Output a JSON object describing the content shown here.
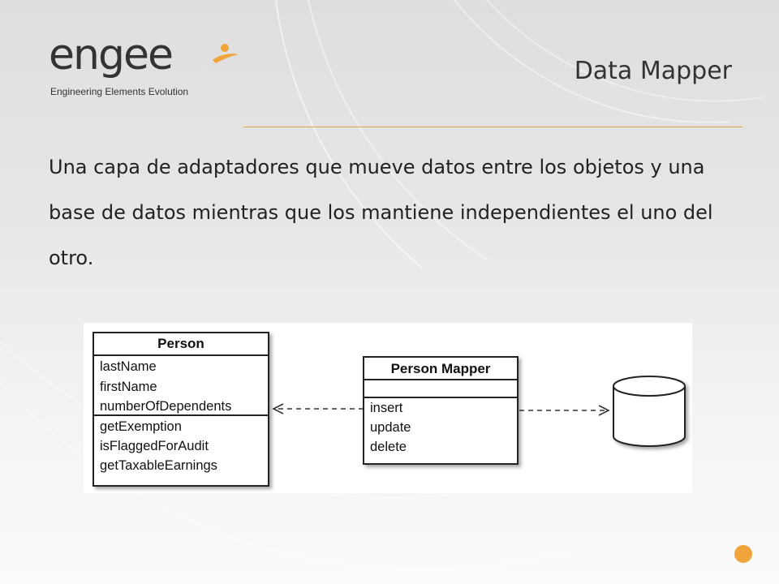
{
  "logo": {
    "word": "engee",
    "tagline": "Engineering Elements Evolution",
    "accent": "#f0a43a"
  },
  "title": "Data Mapper",
  "body_text": "Una capa de adaptadores que mueve datos entre los objetos y una base de datos mientras que los mantiene independientes el uno del otro.",
  "diagram": {
    "person": {
      "name": "Person",
      "attributes": [
        "lastName",
        "firstName",
        "numberOfDependents"
      ],
      "operations": [
        "getExemption",
        "isFlaggedForAudit",
        "getTaxableEarnings"
      ]
    },
    "mapper": {
      "name": "Person Mapper",
      "operations": [
        "insert",
        "update",
        "delete"
      ]
    },
    "database_icon": "database-cylinder-icon"
  },
  "colors": {
    "accent": "#f0a43a",
    "rule": "#e0a54a",
    "text": "#222222"
  }
}
